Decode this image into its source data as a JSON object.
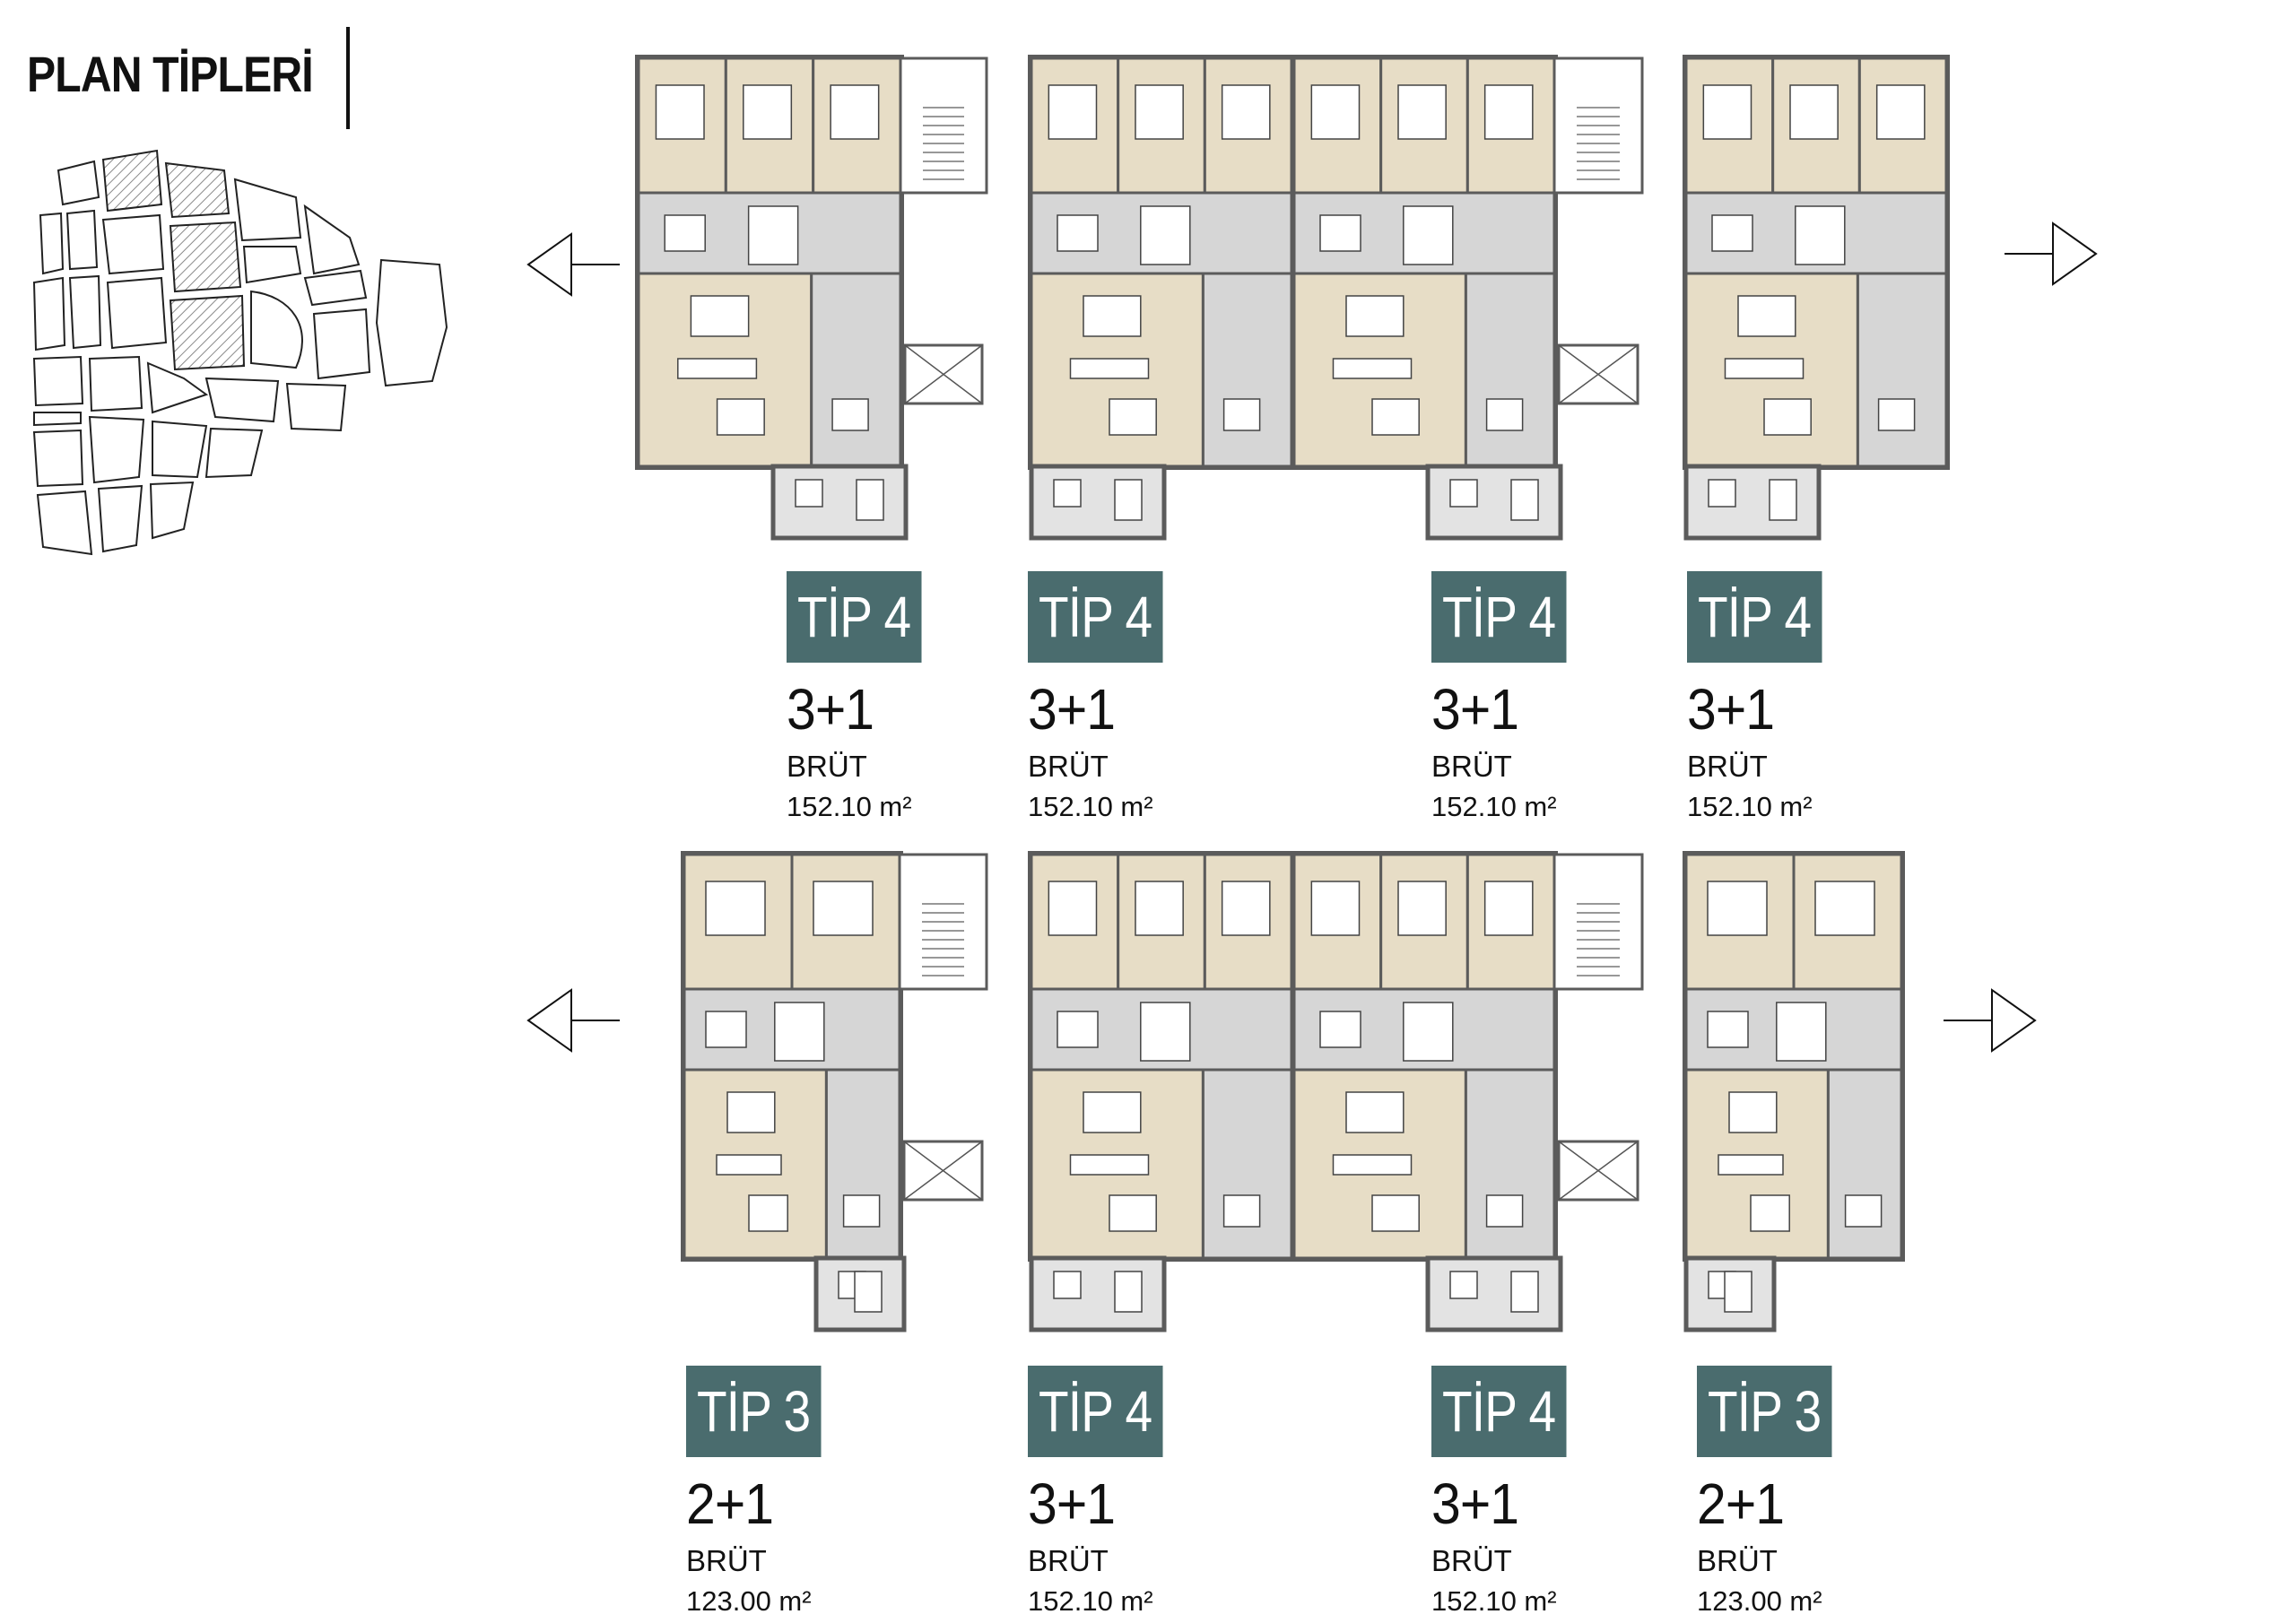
{
  "page_title": "PLAN TİPLERİ",
  "labels": {
    "row1": [
      {
        "tip": "TİP 4",
        "rooms": "3+1",
        "area_label": "BRÜT",
        "area": "152.10 m²"
      },
      {
        "tip": "TİP 4",
        "rooms": "3+1",
        "area_label": "BRÜT",
        "area": "152.10 m²"
      },
      {
        "tip": "TİP 4",
        "rooms": "3+1",
        "area_label": "BRÜT",
        "area": "152.10 m²"
      },
      {
        "tip": "TİP 4",
        "rooms": "3+1",
        "area_label": "BRÜT",
        "area": "152.10 m²"
      }
    ],
    "row2": [
      {
        "tip": "TİP 3",
        "rooms": "2+1",
        "area_label": "BRÜT",
        "area": "123.00 m²"
      },
      {
        "tip": "TİP 4",
        "rooms": "3+1",
        "area_label": "BRÜT",
        "area": "152.10 m²"
      },
      {
        "tip": "TİP 4",
        "rooms": "3+1",
        "area_label": "BRÜT",
        "area": "152.10 m²"
      },
      {
        "tip": "TİP 3",
        "rooms": "2+1",
        "area_label": "BRÜT",
        "area": "123.00 m²"
      }
    ]
  },
  "colors": {
    "badge": "#4a6c6e",
    "wall": "#5b5b5b",
    "wood_floor": "#e7ddc6",
    "tile_floor": "#d6d6d6",
    "hatch": "#9a9a9a"
  }
}
